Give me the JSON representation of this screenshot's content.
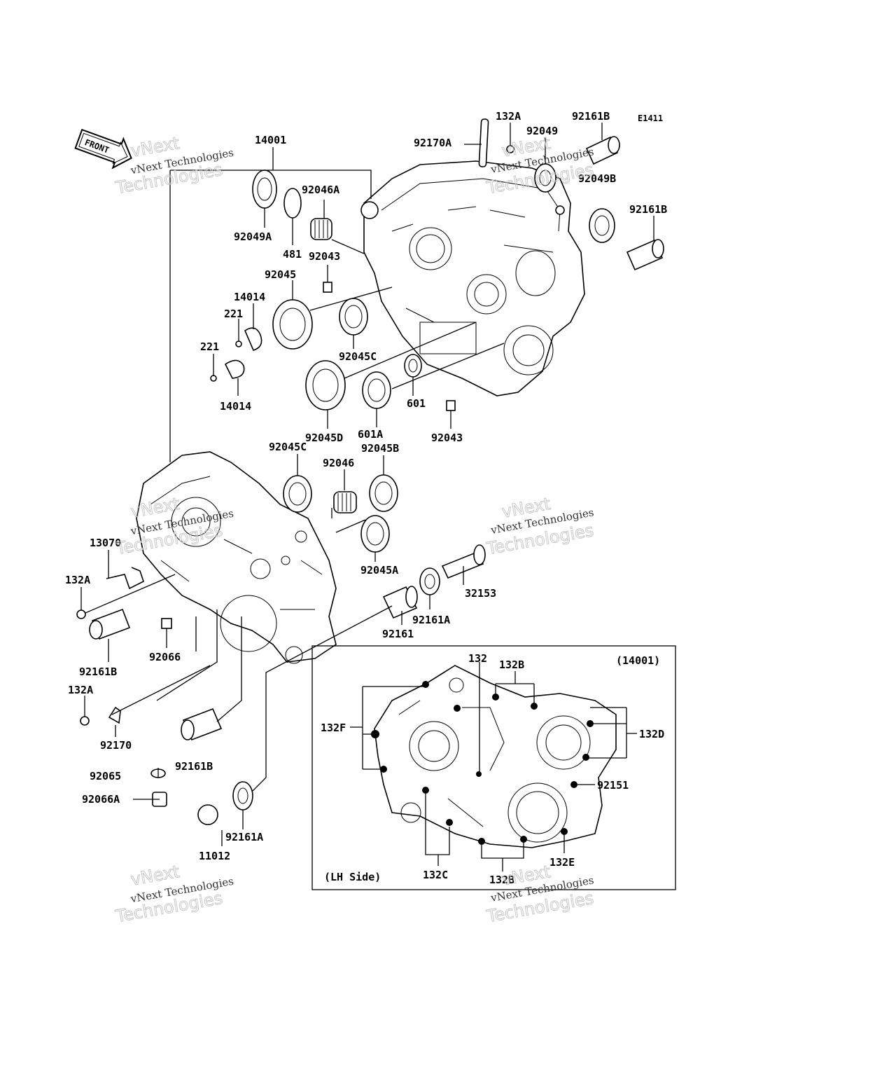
{
  "diagram_code": "E1411",
  "front_label": "FRONT",
  "watermark": {
    "line1": "vNext Technologies",
    "line2": "Technologies",
    "line3": "vNext"
  },
  "labels": {
    "p14001": "14001",
    "p132A_top": "132A",
    "p92161B_top": "92161B",
    "p92170A": "92170A",
    "p92049": "92049",
    "p92049B": "92049B",
    "p92161B_right": "92161B",
    "p92046A": "92046A",
    "p92049A": "92049A",
    "p481": "481",
    "p92043_top": "92043",
    "p92045": "92045",
    "p14014_top": "14014",
    "p221_top": "221",
    "p221_bottom": "221",
    "p92045C_top": "92045C",
    "p14014_bottom": "14014",
    "p601": "601",
    "p92045D": "92045D",
    "p601A": "601A",
    "p92043_bottom": "92043",
    "p92045C_mid": "92045C",
    "p92045B": "92045B",
    "p92046": "92046",
    "p13070": "13070",
    "p132A_mid": "132A",
    "p92045A": "92045A",
    "p32153": "32153",
    "p92161A_mid": "92161A",
    "p92161": "92161",
    "p92066": "92066",
    "p92161B_left": "92161B",
    "p132A_low": "132A",
    "p92170": "92170",
    "p92161B_low": "92161B",
    "p92065": "92065",
    "p92066A": "92066A",
    "p92161A_low": "92161A",
    "p11012": "11012"
  },
  "inset": {
    "title": "(14001)",
    "side": "(LH Side)",
    "labels": {
      "i132": "132",
      "i132B_top": "132B",
      "i132F": "132F",
      "i132D": "132D",
      "i92151": "92151",
      "i132E": "132E",
      "i132C": "132C",
      "i132B_bottom": "132B"
    }
  }
}
